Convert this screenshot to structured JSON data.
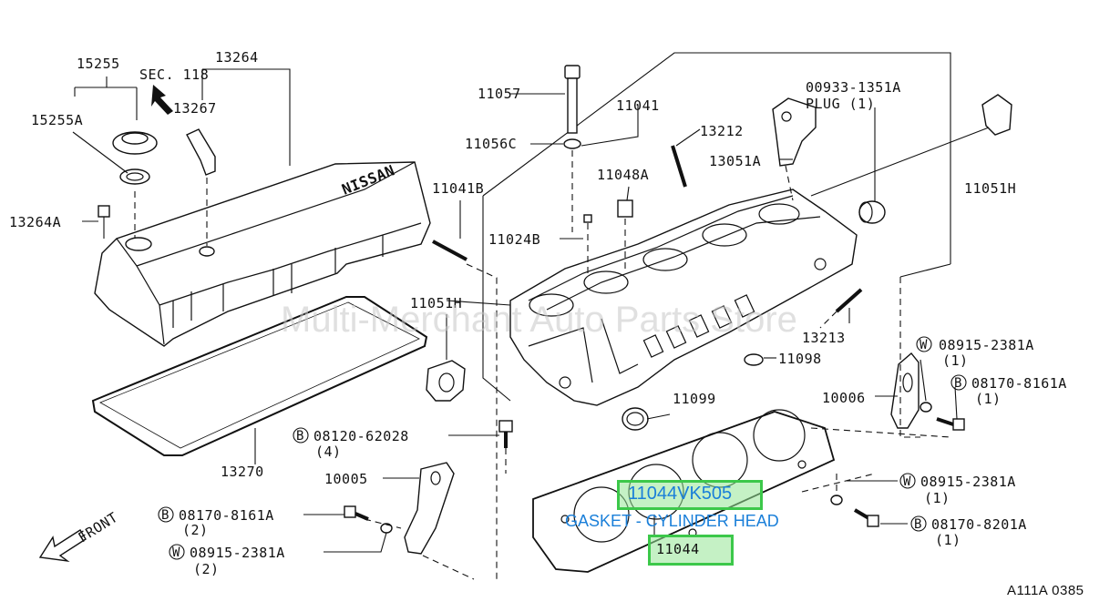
{
  "watermark": "Multi-Merchant Auto Parts Store",
  "figure_code": "A111A 0385",
  "front_label": "FRONT",
  "parts": {
    "p15255": "15255",
    "sec118": "SEC. 118",
    "p13264": "13264",
    "p13267": "13267",
    "p15255a": "15255A",
    "p13264a": "13264A",
    "p13270": "13270",
    "p11057": "11057",
    "p11041": "11041",
    "p11056c": "11056C",
    "p13212": "13212",
    "p11048a": "11048A",
    "p11041b": "11041B",
    "p11024b": "11024B",
    "p00933": "00933-1351A",
    "plug": "PLUG (1)",
    "p13051a": "13051A",
    "p11051h_right": "11051H",
    "p11051h_left": "11051H",
    "p13213": "13213",
    "p11098": "11098",
    "p11099": "11099",
    "p10006": "10006",
    "w08915_top": "08915-2381A",
    "w08915_top_qty": "(1)",
    "b08170_8161a_right": "08170-8161A",
    "b08170_8161a_right_qty": "(1)",
    "b08120": "08120-62028",
    "b08120_qty": "(4)",
    "p10005": "10005",
    "b08170_8161a_left": "08170-8161A",
    "b08170_8161a_left_qty": "(2)",
    "w08915_left": "08915-2381A",
    "w08915_left_qty": "(2)",
    "w08915_mid": "08915-2381A",
    "w08915_mid_qty": "(1)",
    "b08170_8201a": "08170-8201A",
    "b08170_8201a_qty": "(1)",
    "p11044": "11044",
    "circle_b": "B",
    "circle_w": "W"
  },
  "highlight": {
    "part_number": "11044VK505",
    "description": "GASKET - CYLINDER HEAD",
    "box_color": "#3cc84a",
    "text_color": "#1a7fd9"
  }
}
